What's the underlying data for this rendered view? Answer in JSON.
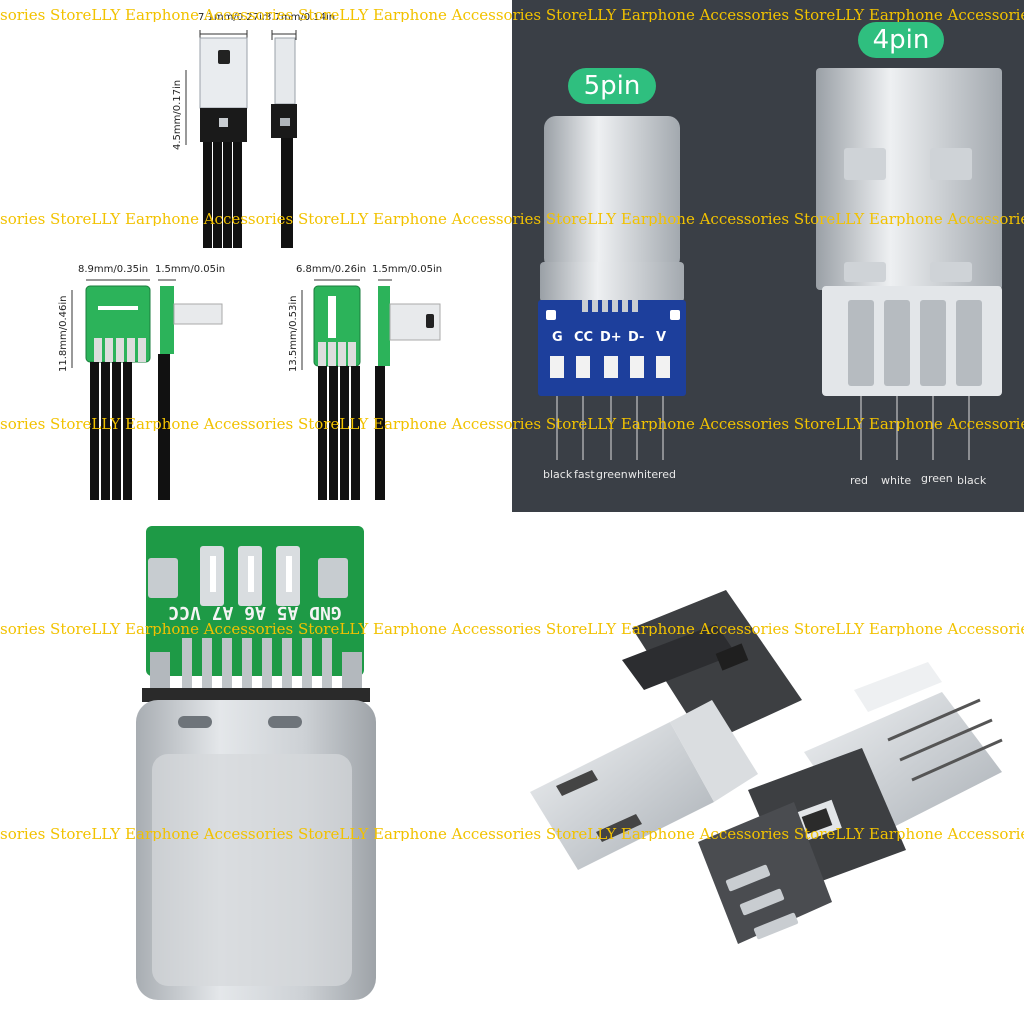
{
  "watermark": {
    "text": "LLY Earphone Accessories Store",
    "rows": [
      "sories Store",
      "sories Store",
      "sories Store",
      "sories Store",
      "sories Store"
    ]
  },
  "panel_mini_usb": {
    "dim_top_width": "7.1mm/0.27in",
    "dim_top_depth": "3.7mm/0.14in",
    "dim_top_height": "4.5mm/0.17in",
    "dim_left_width": "8.9mm/0.35in",
    "dim_left_depth": "1.5mm/0.05in",
    "dim_left_height": "11.8mm/0.46in",
    "dim_right_width": "6.8mm/0.26in",
    "dim_right_depth": "1.5mm/0.05in",
    "dim_right_height": "13.5mm/0.53in"
  },
  "panel_pinout": {
    "typec_badge": "5pin",
    "usba_badge": "4pin",
    "typec_pins": [
      "G",
      "CC",
      "D+",
      "D-",
      "V"
    ],
    "typec_wires": [
      "black",
      "fast",
      "green",
      "white",
      "red"
    ],
    "usba_wires": [
      "red",
      "white",
      "green",
      "black"
    ],
    "colors": {
      "background": "#3a3f46",
      "badge": "#2fbf7f",
      "pcb": "#1d3f9c"
    }
  },
  "panel_typec_pcb": {
    "silkscreen": "GND A5 A6 A7 VCC",
    "colors": {
      "pcb": "#1e9a46",
      "shell": "#c9cdd1"
    }
  },
  "panel_micro_usb": {
    "colors": {
      "housing": "#3d3f42",
      "metal": "#d4d7da"
    }
  }
}
